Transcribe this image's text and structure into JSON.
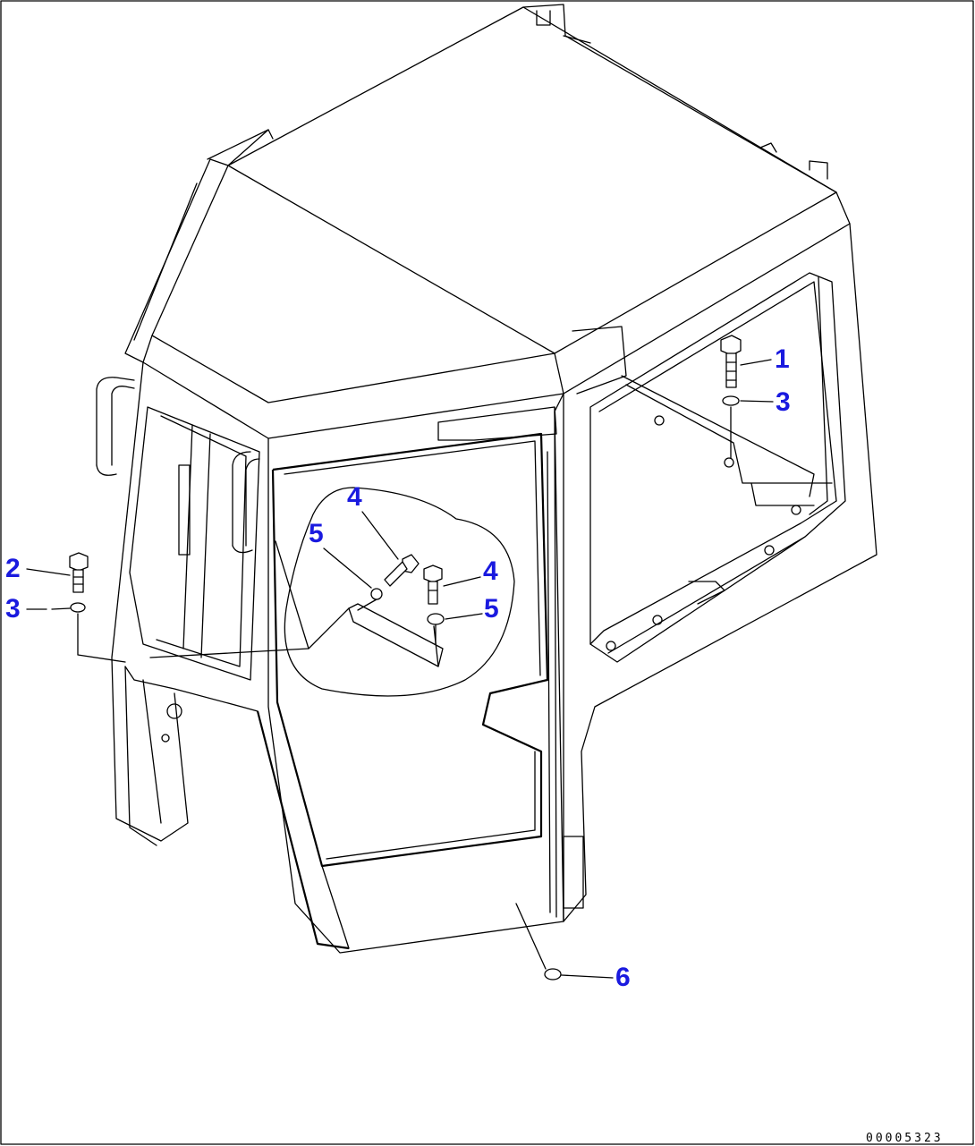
{
  "callouts": [
    {
      "id": "c1",
      "label": "1"
    },
    {
      "id": "c3a",
      "label": "3"
    },
    {
      "id": "c2",
      "label": "2"
    },
    {
      "id": "c3b",
      "label": "3"
    },
    {
      "id": "c4a",
      "label": "4"
    },
    {
      "id": "c5a",
      "label": "5"
    },
    {
      "id": "c4b",
      "label": "4"
    },
    {
      "id": "c5b",
      "label": "5"
    },
    {
      "id": "c6",
      "label": "6"
    }
  ],
  "drawing_number": "00005323",
  "colors": {
    "callout": "#1a1adf",
    "line": "#000000",
    "background": "#ffffff"
  }
}
